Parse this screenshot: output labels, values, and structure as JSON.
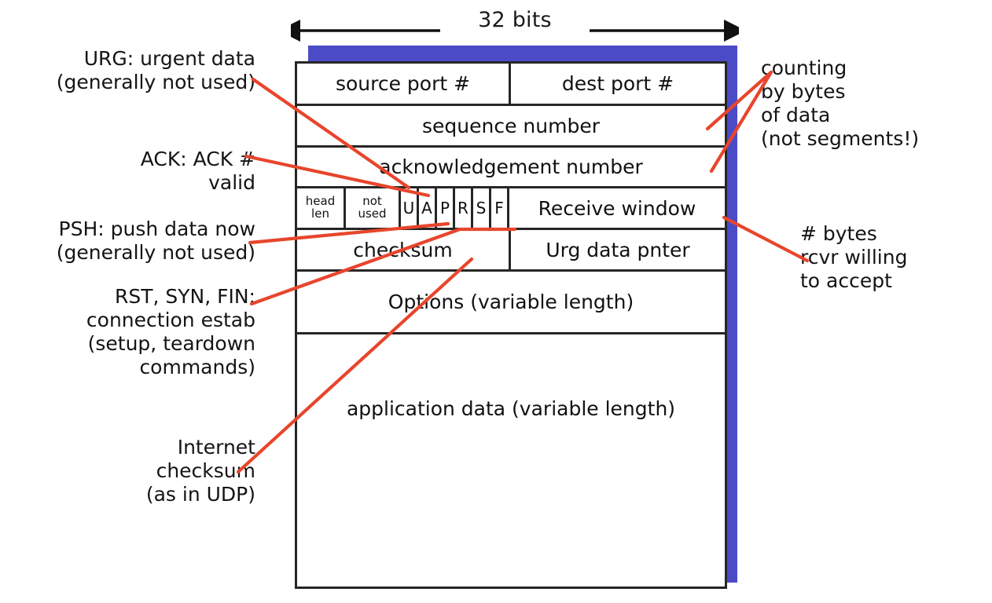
{
  "diagram": {
    "title_bar": {
      "bits_label": "32 bits"
    },
    "colors": {
      "shadow_blue": "#4b4bc8",
      "leader_red": "#e8452c",
      "border_black": "#262626",
      "text_black": "#141414"
    },
    "rows": {
      "ports": {
        "source_port": "source port #",
        "dest_port": "dest port #"
      },
      "sequence": "sequence number",
      "acknowledgement": "acknowledgement number",
      "flags": {
        "head_len_line1": "head",
        "head_len_line2": "len",
        "not_used_line1": "not",
        "not_used_line2": "used",
        "bits": [
          "U",
          "A",
          "P",
          "R",
          "S",
          "F"
        ],
        "receive_window": "Receive window"
      },
      "checksum": {
        "checksum": "checksum",
        "urg_pointer": "Urg data pnter"
      },
      "options": "Options (variable length)",
      "application_data": "application\ndata\n(variable length)"
    },
    "annotations": {
      "urg": "URG: urgent data\n(generally not used)",
      "ack": "ACK: ACK #\nvalid",
      "psh": "PSH: push data now\n(generally not used)",
      "rst_syn_fin": "RST, SYN, FIN:\nconnection estab\n(setup, teardown\ncommands)",
      "internet_checksum": "Internet\nchecksum\n(as in UDP)",
      "counting": "counting\nby bytes\nof data\n(not segments!)",
      "recv_bytes": "# bytes\nrcvr willing\nto accept"
    }
  }
}
